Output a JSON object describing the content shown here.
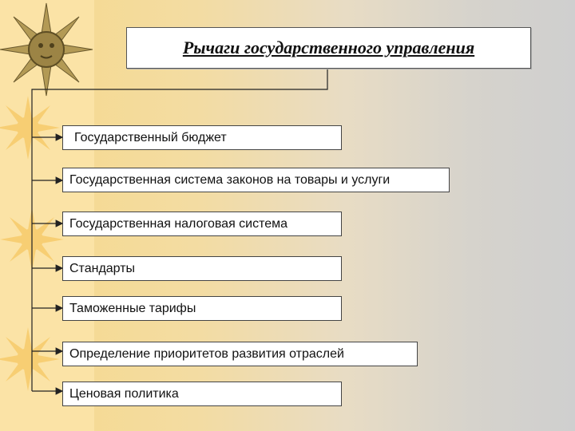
{
  "title": "Рычаги государственного управления",
  "items": [
    {
      "label": " Государственный бюджет"
    },
    {
      "label": "Государственная система законов на товары и услуги"
    },
    {
      "label": "Государственная налоговая система"
    },
    {
      "label": "Стандарты"
    },
    {
      "label": "Таможенные тарифы"
    },
    {
      "label": "Определение приоритетов развития отраслей"
    },
    {
      "label": "Ценовая политика"
    }
  ],
  "colors": {
    "background": "#f3dca3",
    "stripe": "#fbe3a6",
    "box_fill": "#ffffff",
    "connector": "#222222"
  }
}
